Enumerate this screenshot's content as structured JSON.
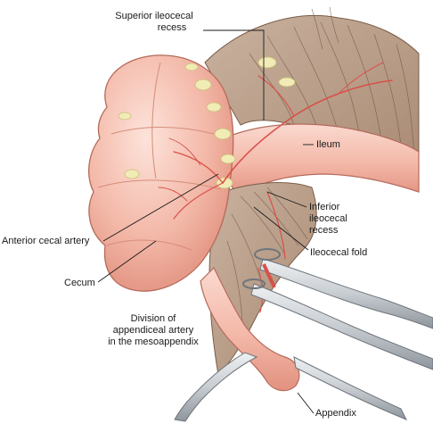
{
  "labels": {
    "superior_ileocecal_recess": [
      "Superior ileocecal",
      "recess"
    ],
    "ileum": "Ileum",
    "inferior_ileocecal_recess": [
      "Inferior",
      "ileocecal",
      "recess"
    ],
    "anterior_cecal_artery": "Anterior cecal artery",
    "ileocecal_fold": "Ileocecal fold",
    "cecum": "Cecum",
    "division_caption": [
      "Division of",
      "appendiceal artery",
      "in the mesoappendix"
    ],
    "appendix": "Appendix"
  },
  "colors": {
    "bowel": "#f3b8a8",
    "bowel_shadow": "#e2917f",
    "bowel_highlight": "#fbd9cf",
    "fat": "#f1ebb5",
    "mesentery": "#b99a84",
    "mesentery_dark": "#8a6c58",
    "vessel": "#d9504a",
    "instrument": "#c8cdd2",
    "instrument_dark": "#8e959c",
    "leader": "#1a1a1a"
  }
}
